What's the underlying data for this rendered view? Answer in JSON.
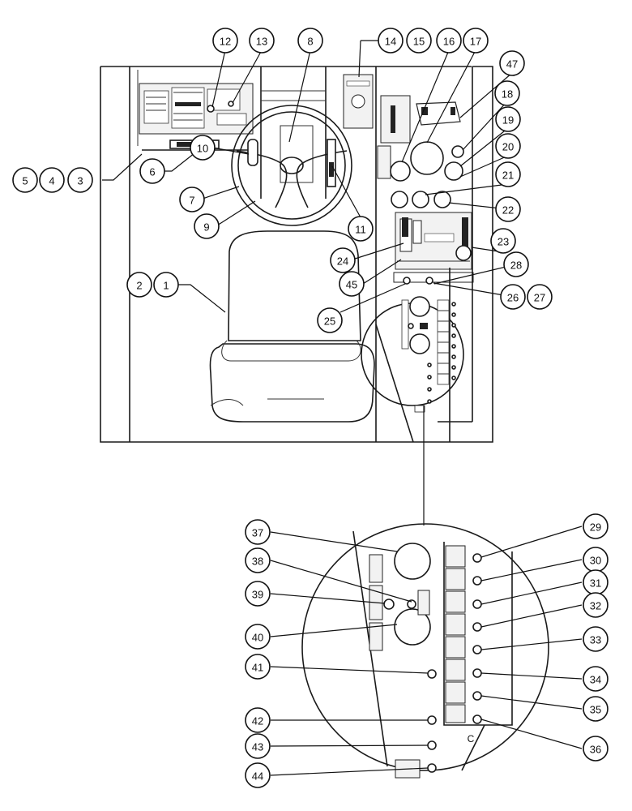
{
  "callouts": [
    {
      "id": "12",
      "label": "12"
    },
    {
      "id": "13",
      "label": "13"
    },
    {
      "id": "8",
      "label": "8"
    },
    {
      "id": "14",
      "label": "14"
    },
    {
      "id": "15",
      "label": "15"
    },
    {
      "id": "16",
      "label": "16"
    },
    {
      "id": "17",
      "label": "17"
    },
    {
      "id": "47",
      "label": "47"
    },
    {
      "id": "18",
      "label": "18"
    },
    {
      "id": "19",
      "label": "19"
    },
    {
      "id": "20",
      "label": "20"
    },
    {
      "id": "21",
      "label": "21"
    },
    {
      "id": "22",
      "label": "22"
    },
    {
      "id": "5",
      "label": "5"
    },
    {
      "id": "4",
      "label": "4"
    },
    {
      "id": "3",
      "label": "3"
    },
    {
      "id": "6",
      "label": "6"
    },
    {
      "id": "10",
      "label": "10"
    },
    {
      "id": "7",
      "label": "7"
    },
    {
      "id": "9",
      "label": "9"
    },
    {
      "id": "11",
      "label": "11"
    },
    {
      "id": "24",
      "label": "24"
    },
    {
      "id": "23",
      "label": "23"
    },
    {
      "id": "2",
      "label": "2"
    },
    {
      "id": "1",
      "label": "1"
    },
    {
      "id": "45",
      "label": "45"
    },
    {
      "id": "28",
      "label": "28"
    },
    {
      "id": "26",
      "label": "26"
    },
    {
      "id": "27",
      "label": "27"
    },
    {
      "id": "25",
      "label": "25"
    },
    {
      "id": "37",
      "label": "37"
    },
    {
      "id": "29",
      "label": "29"
    },
    {
      "id": "38",
      "label": "38"
    },
    {
      "id": "30",
      "label": "30"
    },
    {
      "id": "39",
      "label": "39"
    },
    {
      "id": "31",
      "label": "31"
    },
    {
      "id": "32",
      "label": "32"
    },
    {
      "id": "40",
      "label": "40"
    },
    {
      "id": "33",
      "label": "33"
    },
    {
      "id": "41",
      "label": "41"
    },
    {
      "id": "34",
      "label": "34"
    },
    {
      "id": "35",
      "label": "35"
    },
    {
      "id": "42",
      "label": "42"
    },
    {
      "id": "36",
      "label": "36"
    },
    {
      "id": "43",
      "label": "43"
    },
    {
      "id": "44",
      "label": "44"
    }
  ],
  "detail_view_label": "C"
}
